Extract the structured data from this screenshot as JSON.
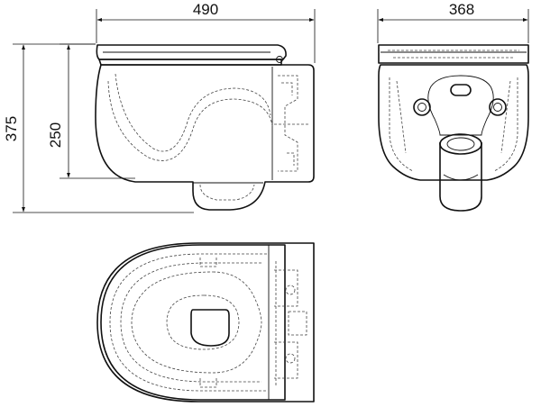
{
  "dimensions": {
    "side_width": "490",
    "front_width": "368",
    "total_height": "375",
    "bowl_height": "250"
  },
  "colors": {
    "line": "#111111",
    "hidden_line": "#444444",
    "background": "#ffffff"
  }
}
